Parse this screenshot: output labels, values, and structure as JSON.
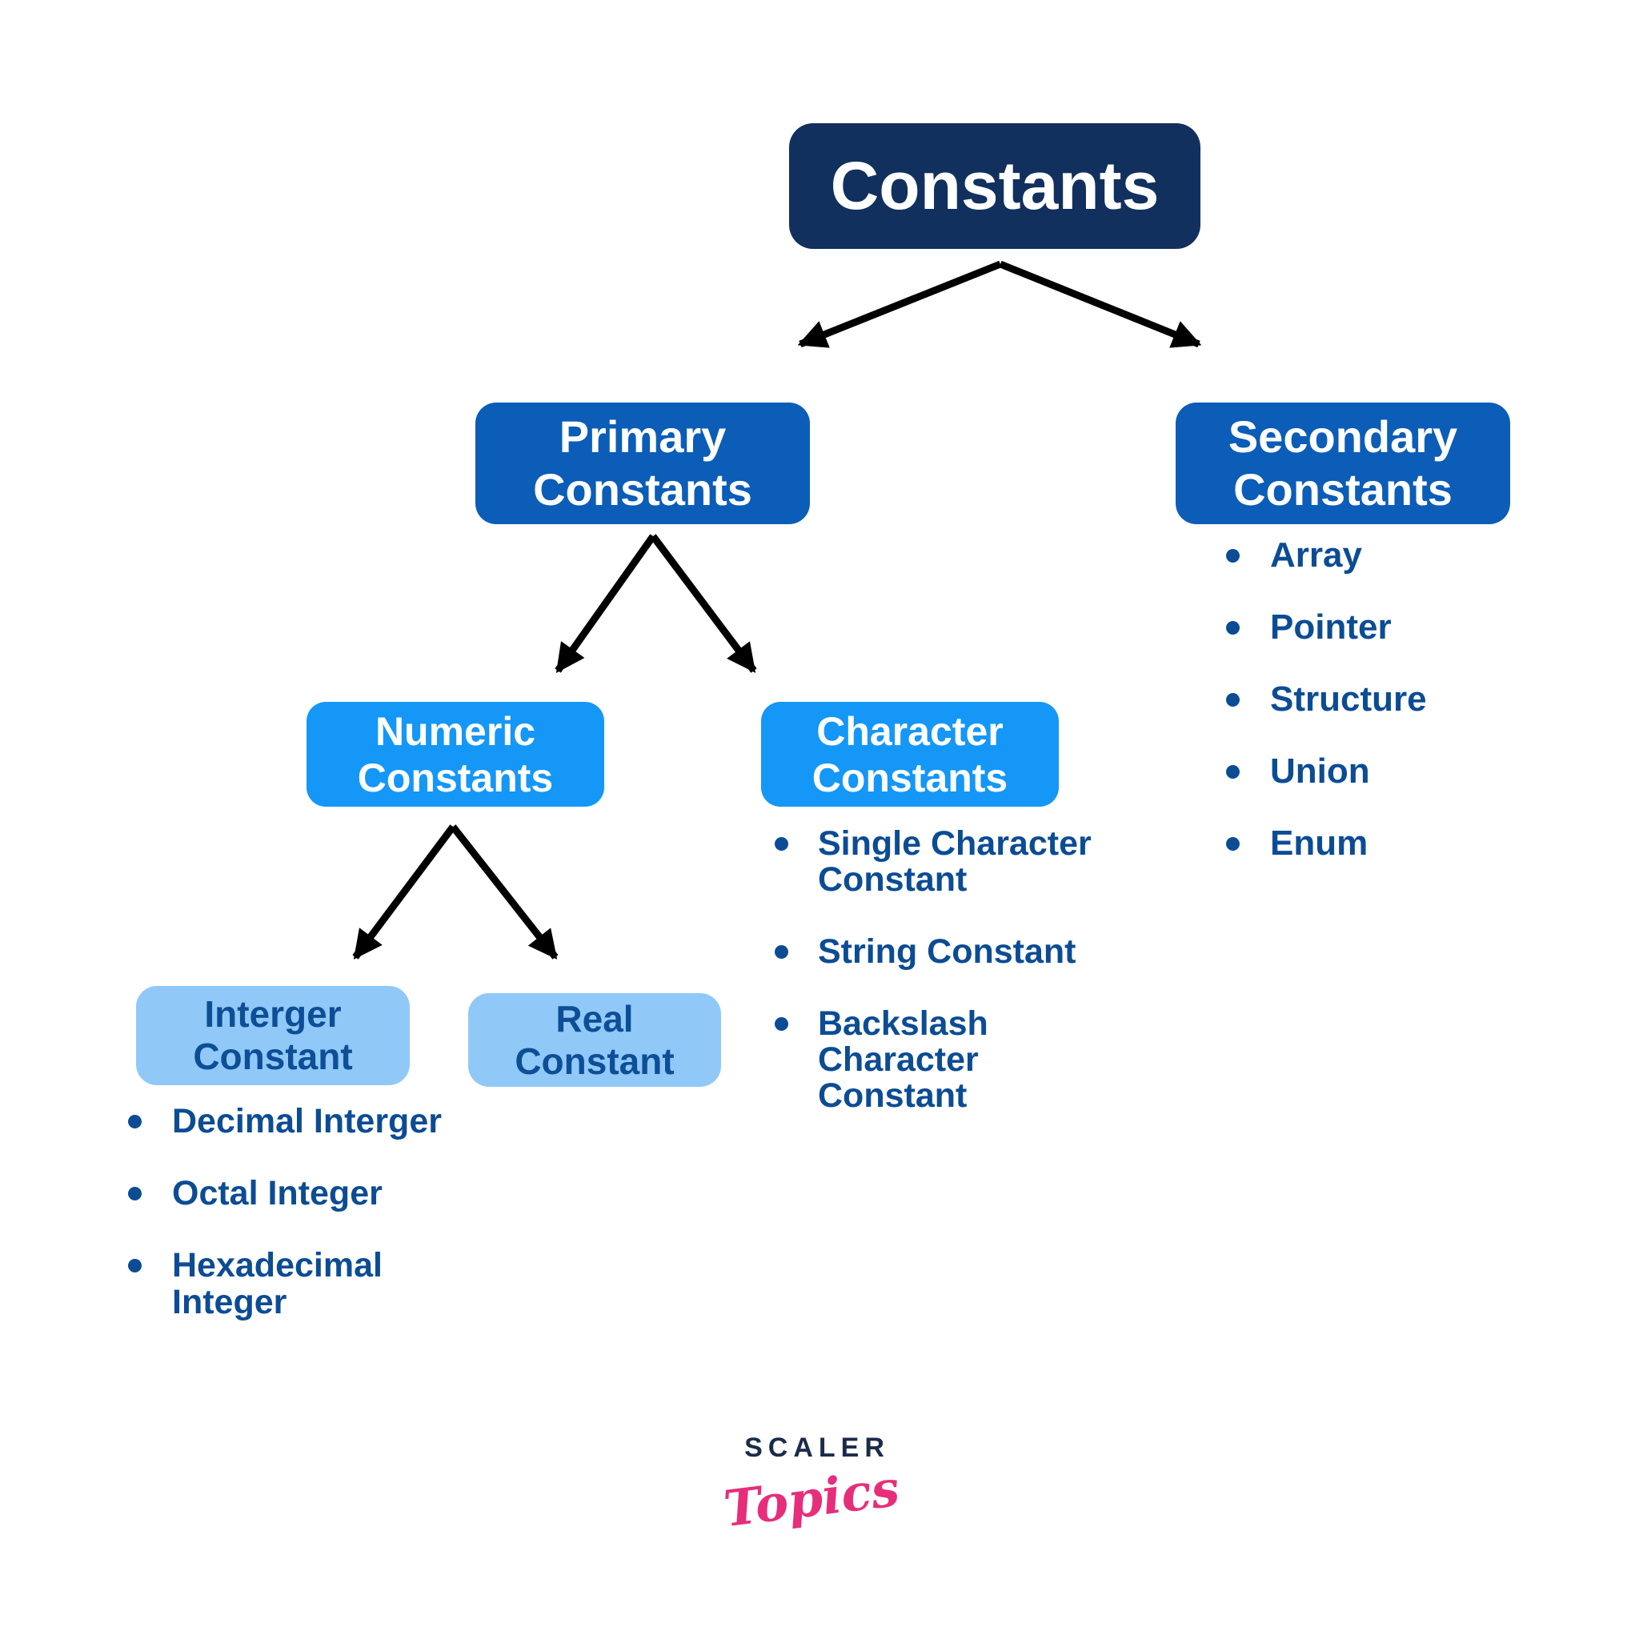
{
  "diagram_title": "Constants hierarchy diagram",
  "nodes": {
    "root": {
      "label": "Constants"
    },
    "primary": {
      "lines": [
        "Primary",
        "Constants"
      ]
    },
    "secondary": {
      "lines": [
        "Secondary",
        "Constants"
      ]
    },
    "numeric": {
      "lines": [
        "Numeric",
        "Constants"
      ]
    },
    "character": {
      "lines": [
        "Character",
        "Constants"
      ]
    },
    "integer": {
      "lines": [
        "Interger",
        "Constant"
      ]
    },
    "real": {
      "lines": [
        "Real",
        "Constant"
      ]
    }
  },
  "lists": {
    "secondary": {
      "items": [
        "Array",
        "Pointer",
        "Structure",
        "Union",
        "Enum"
      ]
    },
    "character": {
      "items": [
        {
          "lines": [
            "Single Character",
            "Constant"
          ]
        },
        {
          "lines": [
            "String Constant"
          ]
        },
        {
          "lines": [
            "Backslash",
            "Character",
            "Constant"
          ]
        }
      ]
    },
    "integer": {
      "items": [
        {
          "lines": [
            "Decimal Interger"
          ]
        },
        {
          "lines": [
            "Octal Integer"
          ]
        },
        {
          "lines": [
            "Hexadecimal",
            "Integer"
          ]
        }
      ]
    }
  },
  "edges": [
    {
      "from": "root",
      "to": "primary"
    },
    {
      "from": "root",
      "to": "secondary"
    },
    {
      "from": "primary",
      "to": "numeric"
    },
    {
      "from": "primary",
      "to": "character"
    },
    {
      "from": "numeric",
      "to": "integer"
    },
    {
      "from": "numeric",
      "to": "real"
    }
  ],
  "logo": {
    "brand": "SCALER",
    "sub": "Topics"
  },
  "colors": {
    "background": "#ffffff",
    "root_box": "#12305E",
    "level2_box": "#0B5DB7",
    "level3_box": "#1497F7",
    "level4_box": "#90C9F8",
    "level4_text": "#0D4E96",
    "bullet_text": "#0C4C94",
    "arrow": "#000000",
    "logo_navy": "#1B2B4B",
    "logo_pink": "#E62E7B",
    "node_text": "#ffffff"
  }
}
